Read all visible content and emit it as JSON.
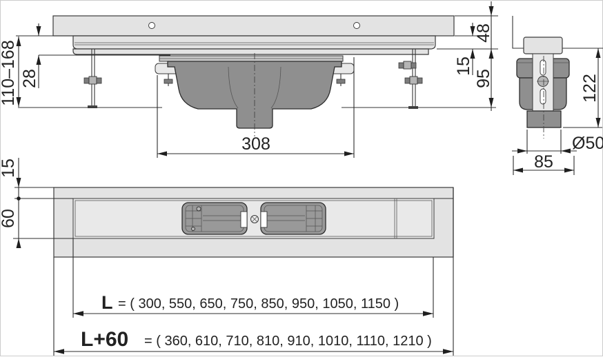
{
  "colors": {
    "line": "#333333",
    "fill_light": "#e3e3e3",
    "fill_dark": "#8f8f8f",
    "background": "#ffffff"
  },
  "views": {
    "front": {
      "dimensions": {
        "adjustable_height": "110–168",
        "flange_drop": "28",
        "trap_length": "308",
        "channel_height": "48",
        "rim_depth": "15",
        "under_depth": "95"
      }
    },
    "top": {
      "dimensions": {
        "rim_depth": "15",
        "channel_width": "60"
      }
    },
    "side": {
      "dimensions": {
        "overall_height": "122",
        "outlet_diameter": "Ø50",
        "body_width": "85"
      }
    }
  },
  "length_options": {
    "l": {
      "label": "L",
      "values": "= ( 300, 550, 650, 750, 850, 950, 1050, 1150 )"
    },
    "l_plus_60": {
      "label": "L+60",
      "values": "= ( 360, 610, 710, 810, 910, 1010, 1110, 1210 )"
    }
  }
}
